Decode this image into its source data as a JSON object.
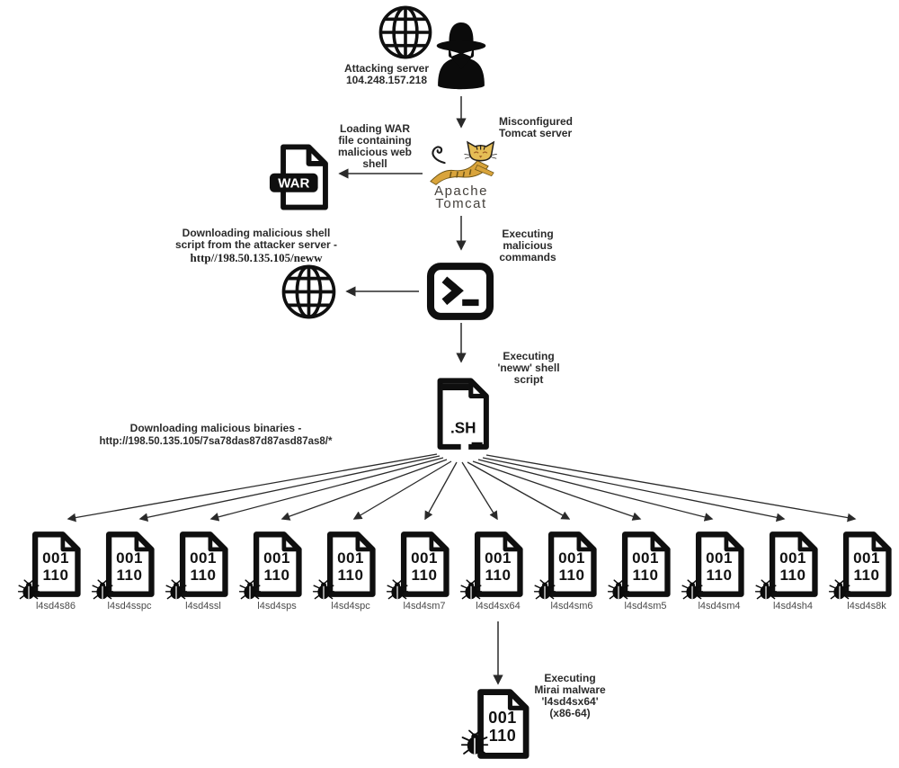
{
  "colors": {
    "ink": "#0f0f0f",
    "label_text": "#2b2b2b",
    "filename_text": "#4a4a4a",
    "tomcat_gold": "#d9a43b",
    "tomcat_head": "#e5bd55",
    "tomcat_text": "#45413c"
  },
  "attacker": {
    "label": "Attacking server\n104.248.157.218"
  },
  "tomcat": {
    "misconfigured_label": "Misconfigured\nTomcat server",
    "war_loading_label": "Loading WAR\nfile containing\nmalicious web\nshell",
    "war_badge": "WAR",
    "logo_text": "Apache\nTomcat"
  },
  "terminal": {
    "executing_label": "Executing\nmalicious\ncommands",
    "download_label": "Downloading malicious shell\nscript from the attacker server -",
    "download_url": "http//198.50.135.105/neww"
  },
  "shell_script": {
    "executing_label": "Executing\n'neww' shell\nscript",
    "extension": ".SH",
    "download_label": "Downloading malicious binaries -",
    "download_url": "http://198.50.135.105/7sa78das87d87asd87as8/*"
  },
  "binaries": {
    "digits": "001\n110",
    "files": [
      "l4sd4s86",
      "l4sd4sspc",
      "l4sd4ssl",
      "l4sd4sps",
      "l4sd4spc",
      "l4sd4sm7",
      "l4sd4sx64",
      "l4sd4sm6",
      "l4sd4sm5",
      "l4sd4sm4",
      "l4sd4sh4",
      "l4sd4s8k"
    ]
  },
  "mirai": {
    "executing_label": "Executing\nMirai malware\n'l4sd4sx64'\n(x86-64)"
  }
}
